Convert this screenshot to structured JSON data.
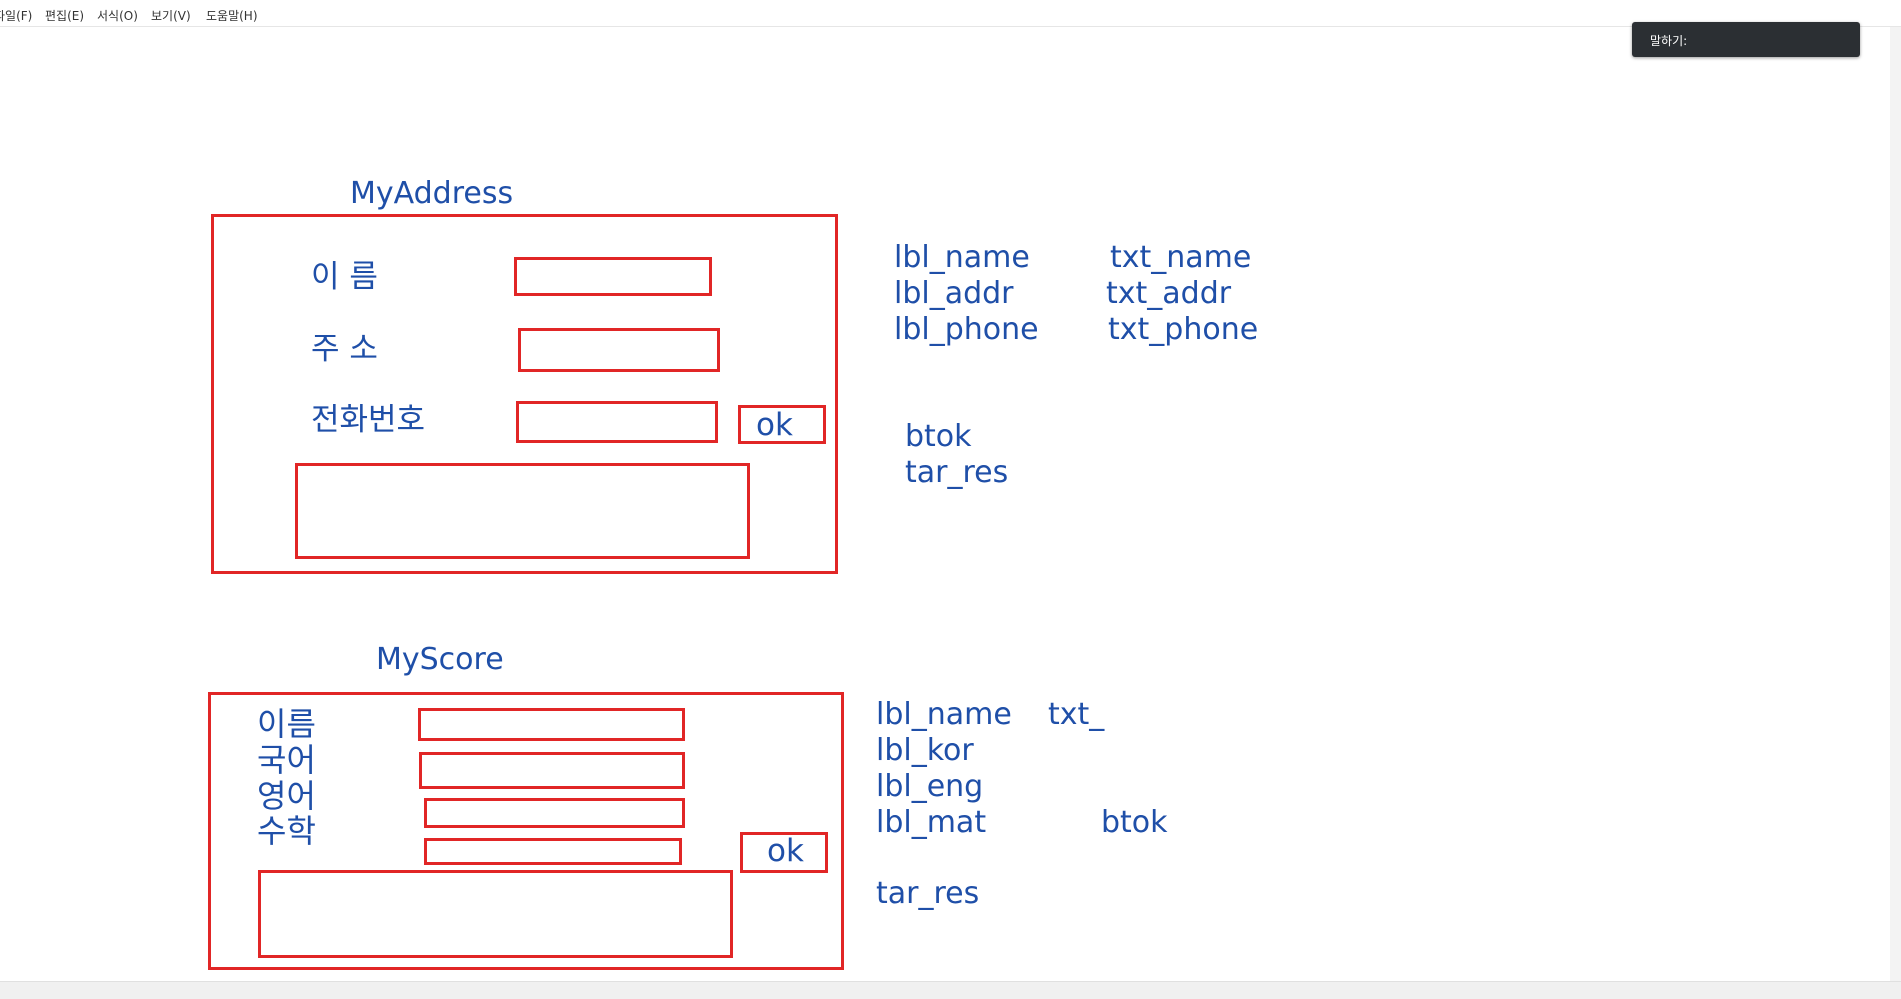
{
  "menu": [
    "파일(F)",
    "편집(E)",
    "서식(O)",
    "보기(V)",
    "도움말(H)"
  ],
  "speak": {
    "label": "말하기:"
  },
  "address": {
    "title": "MyAddress",
    "labels": [
      "이 름",
      "주 소",
      "전화번호"
    ],
    "ok_label": "ok",
    "notes": {
      "col1": [
        "lbl_name",
        "lbl_addr",
        "lbl_phone"
      ],
      "col2": [
        "txt_name",
        "txt_addr",
        "txt_phone"
      ],
      "col3": [
        "btok",
        "tar_res"
      ]
    }
  },
  "score": {
    "title": "MyScore",
    "labels": [
      "이름",
      "국어",
      "영어",
      "수학"
    ],
    "ok_label": "ok",
    "notes": {
      "col1": [
        "lbl_name",
        "lbl_kor",
        "lbl_eng",
        "lbl_mat"
      ],
      "txt_partial": "txt_",
      "btok": "btok",
      "tar_res": "tar_res"
    }
  },
  "colors": {
    "text": "#1f4fa8",
    "outline": "#e12626"
  }
}
